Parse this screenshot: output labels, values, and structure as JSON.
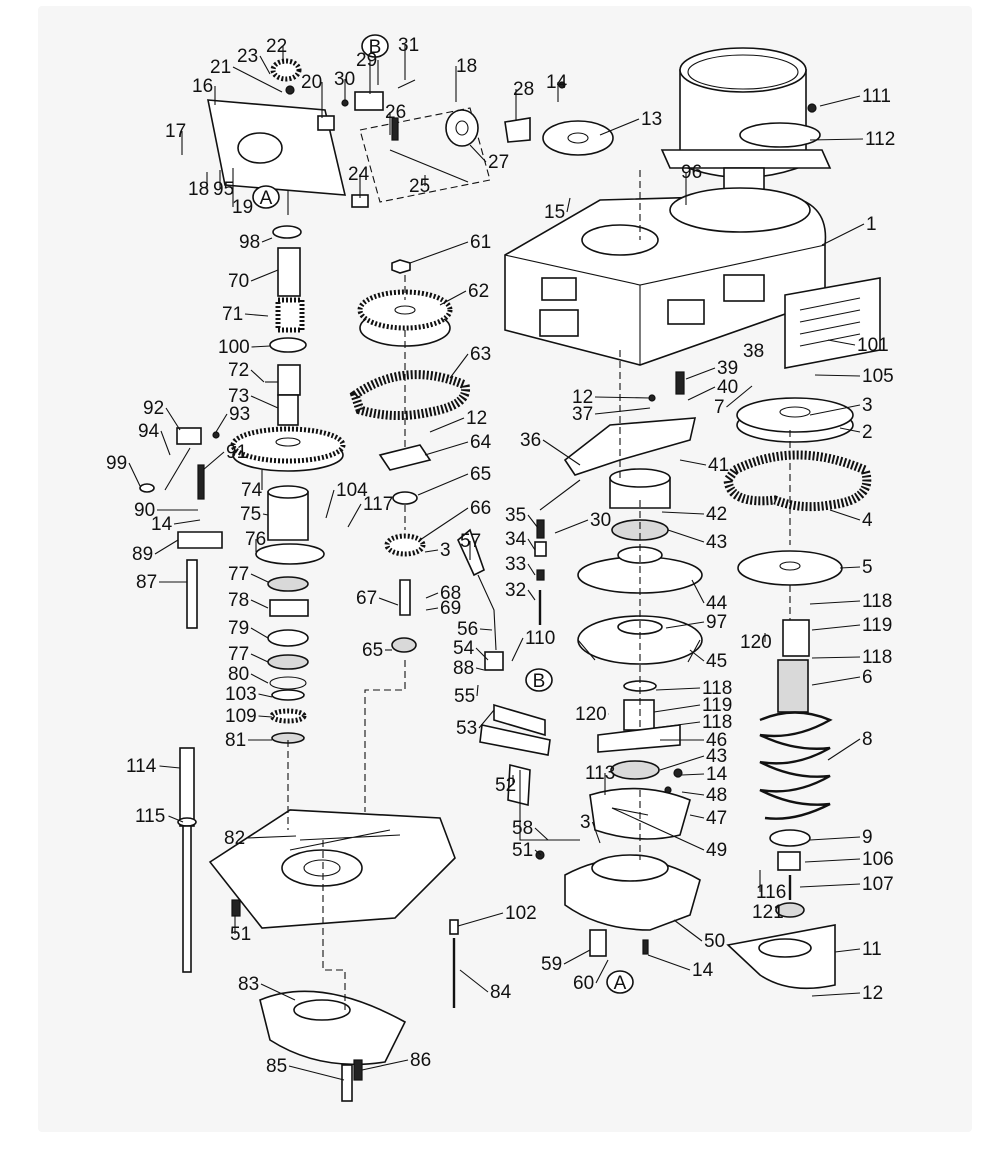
{
  "diagram": {
    "part_numbers": [
      "1",
      "2",
      "3",
      "4",
      "5",
      "6",
      "7",
      "8",
      "9",
      "11",
      "12",
      "13",
      "14",
      "15",
      "16",
      "17",
      "18",
      "19",
      "20",
      "21",
      "22",
      "23",
      "24",
      "25",
      "26",
      "27",
      "28",
      "29",
      "30",
      "31",
      "32",
      "33",
      "34",
      "35",
      "36",
      "37",
      "38",
      "39",
      "40",
      "41",
      "42",
      "43",
      "44",
      "45",
      "46",
      "47",
      "48",
      "49",
      "50",
      "51",
      "52",
      "53",
      "54",
      "55",
      "56",
      "57",
      "58",
      "59",
      "60",
      "61",
      "62",
      "63",
      "64",
      "65",
      "66",
      "67",
      "68",
      "69",
      "70",
      "71",
      "72",
      "73",
      "74",
      "75",
      "76",
      "77",
      "78",
      "79",
      "80",
      "81",
      "82",
      "83",
      "84",
      "85",
      "86",
      "87",
      "88",
      "89",
      "90",
      "91",
      "92",
      "93",
      "94",
      "95",
      "96",
      "97",
      "98",
      "99",
      "100",
      "101",
      "102",
      "103",
      "104",
      "105",
      "106",
      "107",
      "109",
      "110",
      "111",
      "112",
      "113",
      "114",
      "115",
      "116",
      "117",
      "118",
      "119",
      "120",
      "121"
    ],
    "reference_markers": [
      "A",
      "B"
    ]
  }
}
